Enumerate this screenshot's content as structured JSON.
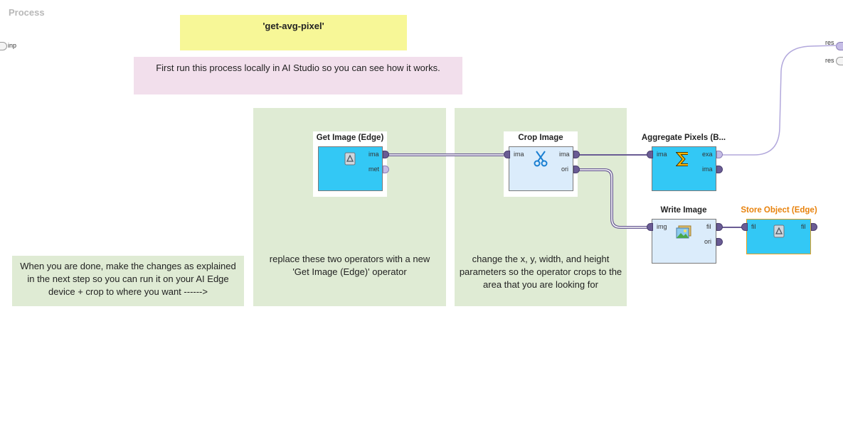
{
  "process": {
    "title": "Process",
    "input_port": "inp",
    "result_ports": [
      "res",
      "res"
    ]
  },
  "notes": {
    "title_note": "'get-avg-pixel'",
    "intro_note": "First run this process locally in AI Studio so you can see how it works.",
    "done_note": "When you are done, make the changes as explained in the next step so you can run it on your AI Edge device + crop to where you want ------>",
    "replace_note": "replace these two operators with a new 'Get Image (Edge)' operator",
    "crop_note": "change the x, y, width, and height parameters so the operator crops to the area that you are looking for"
  },
  "operators": {
    "get_image": {
      "title": "Get Image (Edge)",
      "out_ports": [
        "ima",
        "met"
      ],
      "icon": "edge-icon"
    },
    "crop_image": {
      "title": "Crop Image",
      "in_ports": [
        "ima"
      ],
      "out_ports": [
        "ima",
        "ori"
      ],
      "icon": "scissors-icon"
    },
    "aggregate_pixels": {
      "title": "Aggregate Pixels (B...",
      "in_ports": [
        "ima"
      ],
      "out_ports": [
        "exa",
        "ima"
      ],
      "icon": "sigma-icon"
    },
    "write_image": {
      "title": "Write Image",
      "in_ports": [
        "img"
      ],
      "out_ports": [
        "fil",
        "ori"
      ],
      "icon": "image-icon"
    },
    "store_object": {
      "title": "Store Object (Edge)",
      "in_ports": [
        "fil"
      ],
      "out_ports": [
        "fil"
      ],
      "icon": "edge-icon"
    }
  },
  "colors": {
    "operator_blue": "#33c8f5",
    "operator_light": "#dbecfb",
    "port_purple": "#6a5c94",
    "note_yellow": "#f7f797",
    "note_pink": "#f2dfec",
    "note_green": "#dfebd4",
    "title_orange": "#e8820c"
  }
}
